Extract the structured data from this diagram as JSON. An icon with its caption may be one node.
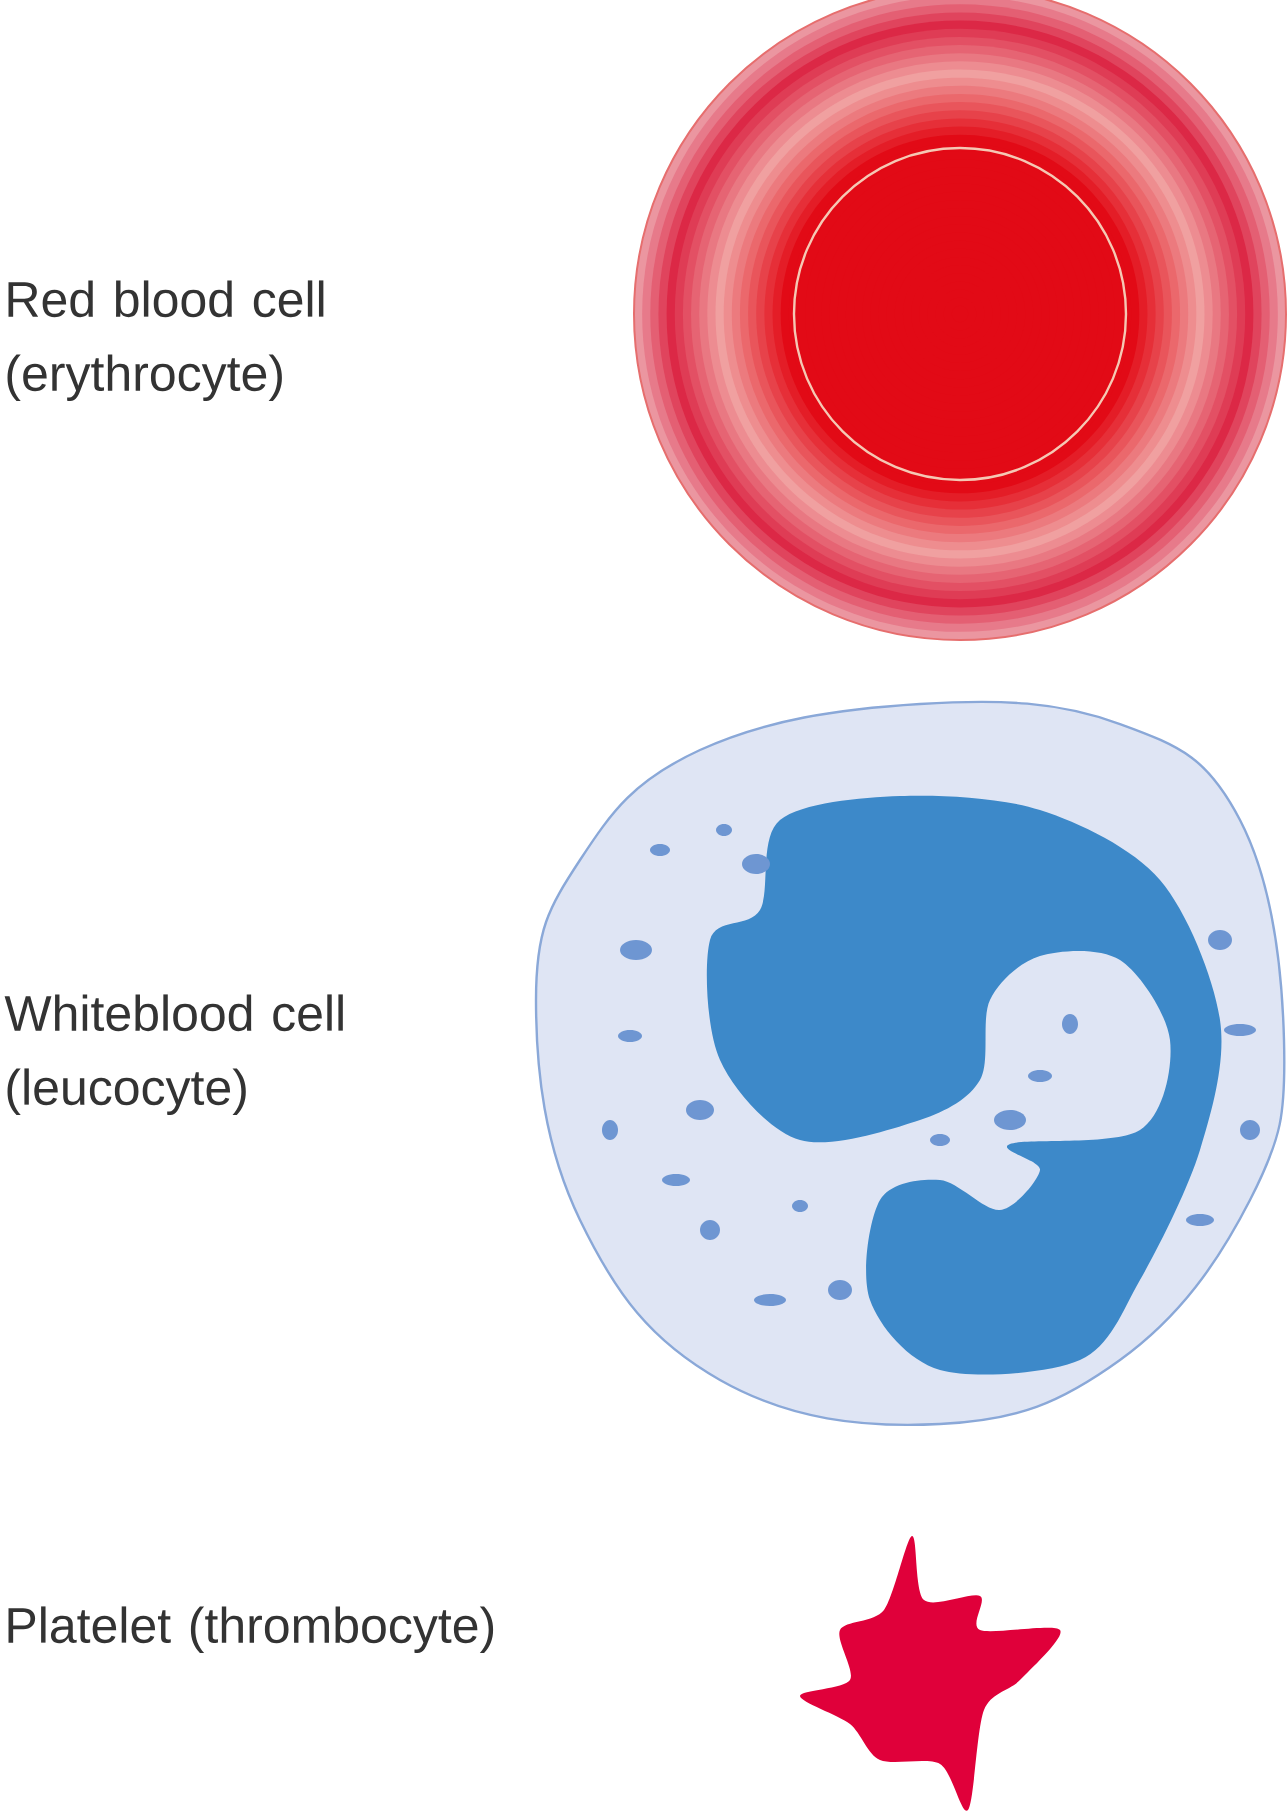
{
  "diagram": {
    "labels": [
      "Red blood cell (erythrocyte)",
      "Whiteblood cell (leucocyte)",
      "Platelet (thrombocyte)"
    ]
  }
}
